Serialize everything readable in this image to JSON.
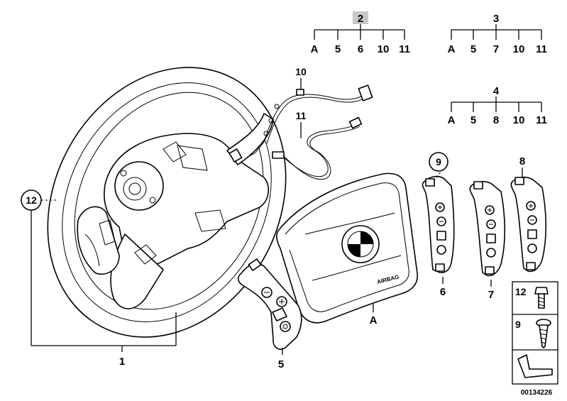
{
  "callouts": {
    "steering_wheel": "1",
    "ref_12": "12",
    "cable_10": "10",
    "cable_11": "11",
    "airbag": "A",
    "switch_5": "5",
    "switch_6": "6",
    "switch_7": "7",
    "switch_8": "8",
    "ref_9": "9"
  },
  "trees": [
    {
      "parent": "2",
      "highlighted": true,
      "children": [
        "A",
        "5",
        "6",
        "10",
        "11"
      ]
    },
    {
      "parent": "3",
      "highlighted": false,
      "children": [
        "A",
        "5",
        "7",
        "10",
        "11"
      ]
    },
    {
      "parent": "4",
      "highlighted": false,
      "children": [
        "A",
        "5",
        "8",
        "10",
        "11"
      ]
    }
  ],
  "legend": {
    "screw_label": "12",
    "tapping_screw_label": "9"
  },
  "airbag_text": "AIRBAG",
  "diagram_code": "00134226",
  "colors": {
    "highlight": "#c8c8c8",
    "stroke": "#000000"
  }
}
